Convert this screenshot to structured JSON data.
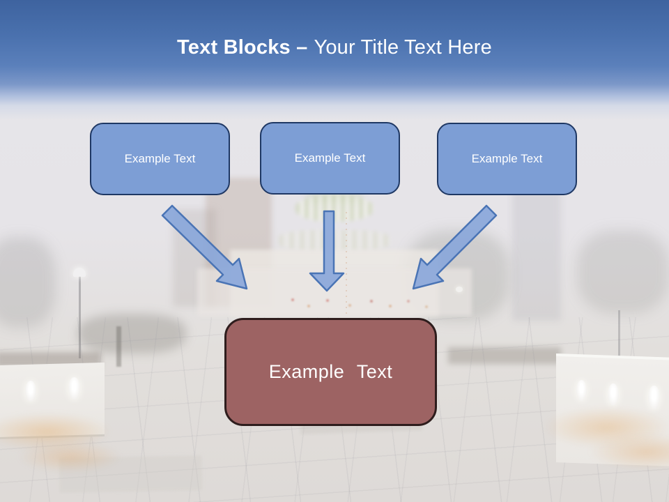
{
  "slide": {
    "title": {
      "bold": "Text Blocks –",
      "regular": "Your Title Text Here"
    },
    "text_blocks": [
      {
        "label": "Example Text"
      },
      {
        "label": "Example Text"
      },
      {
        "label": "Example Text"
      }
    ],
    "result_block": {
      "label": "Example Text"
    },
    "arrows": [
      {
        "icon": "down-right-arrow"
      },
      {
        "icon": "down-arrow"
      },
      {
        "icon": "down-left-arrow"
      }
    ],
    "colors": {
      "header_blue_top": "#3e639f",
      "header_blue_mid": "#5b80bb",
      "title_color": "#ffffff",
      "blue_box_fill": "#7d9ed5",
      "blue_box_border": "#1f3864",
      "arrow_fill": "#8aa7da",
      "arrow_border": "#4a74b5",
      "red_box_fill": "#9d6363",
      "red_box_border": "#2e1d1d"
    }
  }
}
